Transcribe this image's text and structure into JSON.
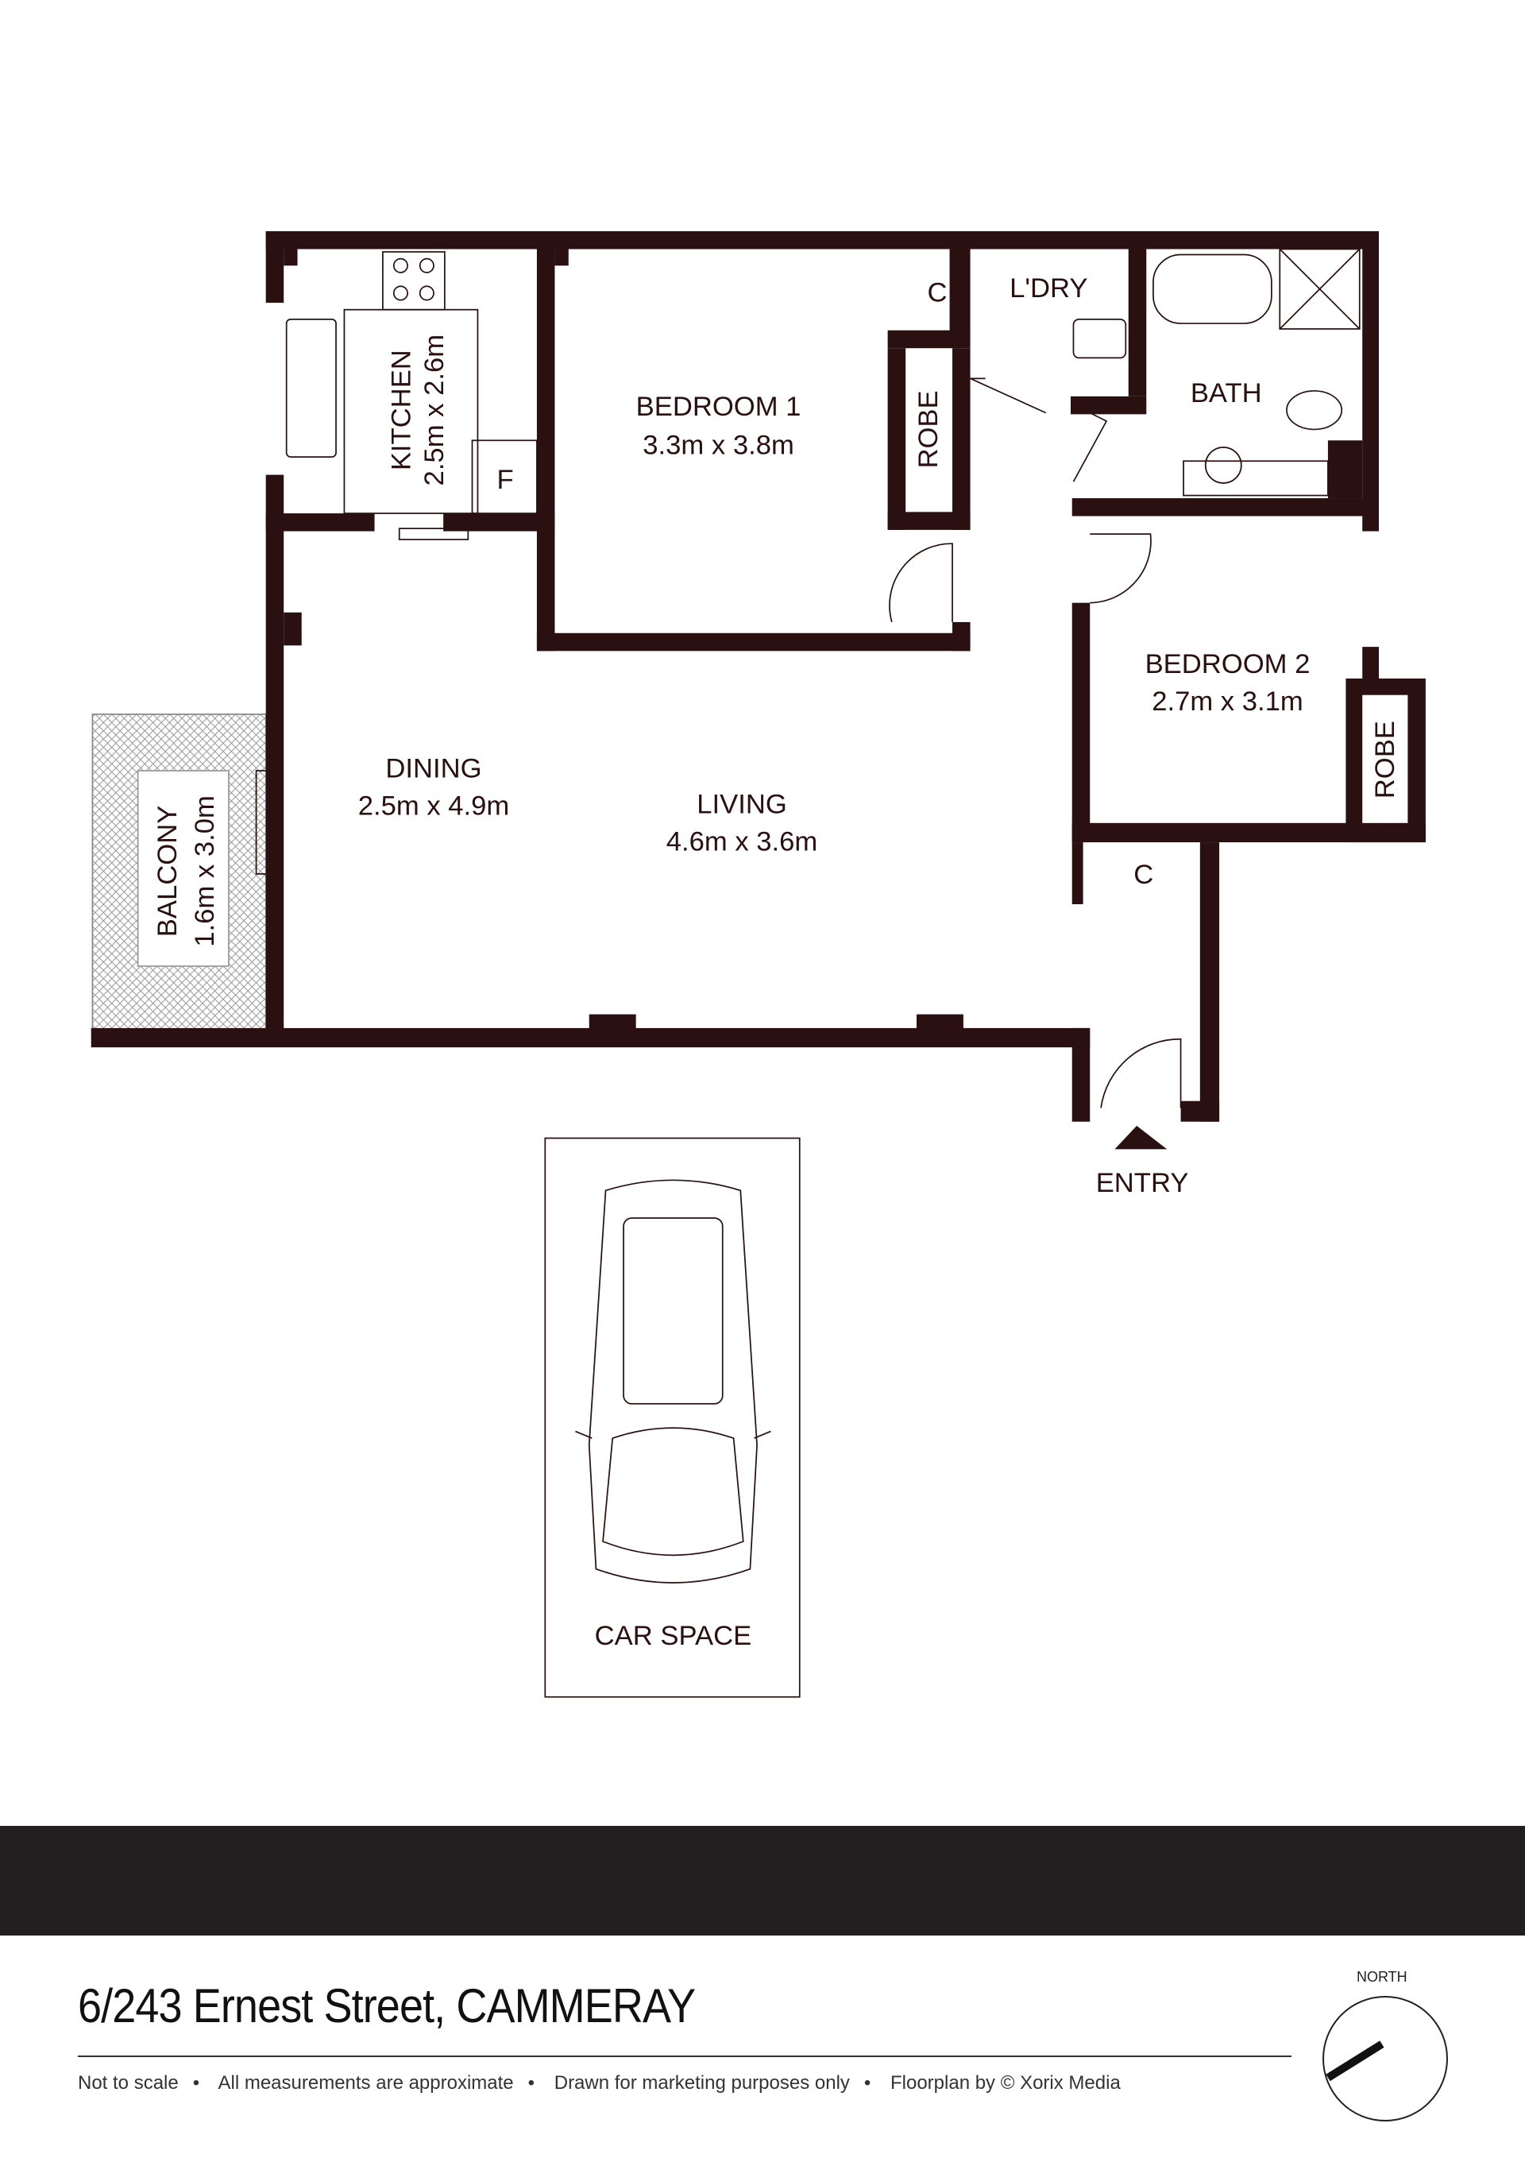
{
  "rooms": {
    "kitchen": {
      "name": "KITCHEN",
      "size": "2.5m x 2.6m"
    },
    "bedroom1": {
      "name": "BEDROOM 1",
      "size": "3.3m x 3.8m"
    },
    "robe1": "ROBE",
    "closet1": "C",
    "laundry": "L'DRY",
    "bath": "BATH",
    "bedroom2": {
      "name": "BEDROOM 2",
      "size": "2.7m x 3.1m"
    },
    "robe2": "ROBE",
    "closet2": "C",
    "dining": {
      "name": "DINING",
      "size": "2.5m x 4.9m"
    },
    "living": {
      "name": "LIVING",
      "size": "4.6m x 3.6m"
    },
    "balcony": {
      "name": "BALCONY",
      "size": "1.6m x 3.0m"
    },
    "fridge": "F",
    "entry": "ENTRY",
    "car_space": "CAR SPACE"
  },
  "footer": {
    "address": "6/243 Ernest Street, CAMMERAY",
    "notes": [
      "Not to scale",
      "All measurements are approximate",
      "Drawn for marketing purposes only",
      "Floorplan by © Xorix Media"
    ],
    "separator": "•",
    "north": "NORTH"
  },
  "colors": {
    "wall": "#2a1010",
    "banner": "#231f20"
  }
}
